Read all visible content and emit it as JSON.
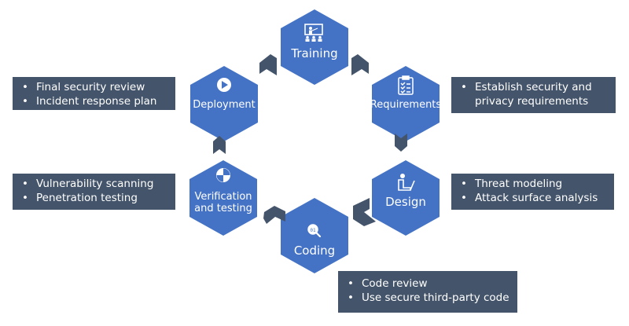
{
  "colors": {
    "hexagon": "#4472c4",
    "arrow": "#44546a",
    "note_bg": "#44546a",
    "text_on_dark": "#ffffff"
  },
  "stages": [
    {
      "id": "training",
      "label_lines": [
        "Training"
      ],
      "icon": "presentation-icon"
    },
    {
      "id": "requirements",
      "label_lines": [
        "Requirements"
      ],
      "icon": "checklist-icon"
    },
    {
      "id": "design",
      "label_lines": [
        "Design"
      ],
      "icon": "person-laptop-icon"
    },
    {
      "id": "coding",
      "label_lines": [
        "Coding"
      ],
      "icon": "magnifier-code-icon"
    },
    {
      "id": "verification",
      "label_lines": [
        "Verification",
        "and testing"
      ],
      "icon": "target-icon"
    },
    {
      "id": "deployment",
      "label_lines": [
        "Deployment"
      ],
      "icon": "play-icon"
    }
  ],
  "notes": {
    "deployment": [
      "Final security review",
      "Incident response plan"
    ],
    "requirements": [
      "Establish security and",
      "privacy requirements"
    ],
    "verification": [
      "Vulnerability scanning",
      "Penetration testing"
    ],
    "design": [
      "Threat modeling",
      "Attack surface analysis"
    ],
    "coding": [
      "Code review",
      "Use secure third-party code"
    ]
  },
  "note_bullets": {
    "requirements": [
      true,
      false
    ]
  }
}
